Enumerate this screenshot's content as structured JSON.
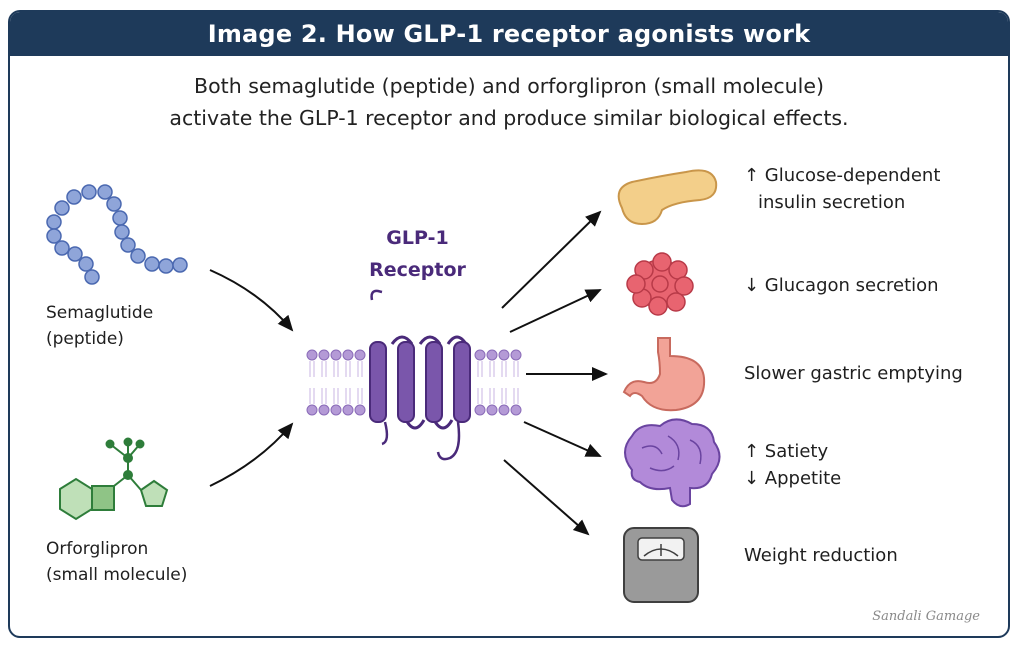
{
  "title": "Image 2.  How GLP-1 receptor agonists work",
  "subtitle": {
    "line1": "Both semaglutide (peptide) and orforglipron (small molecule)",
    "line2": "activate the GLP-1 receptor and produce similar biological effects."
  },
  "molecules": {
    "semaglutide": {
      "line1": "Semaglutide",
      "line2": "(peptide)"
    },
    "orforglipron": {
      "line1": "Orforglipron",
      "line2": "(small molecule)"
    }
  },
  "receptor": {
    "line1": "GLP-1",
    "line2": "Receptor"
  },
  "effects": {
    "insulin": {
      "line1": "↑ Glucose-dependent",
      "line2": "insulin secretion",
      "icon": "pancreas-icon"
    },
    "glucagon": {
      "line1": "↓ Glucagon secretion",
      "icon": "alpha-cell-cluster-icon"
    },
    "gastric": {
      "line1": "Slower gastric emptying",
      "icon": "stomach-icon"
    },
    "satiety": {
      "line1": "↑ Satiety",
      "line2": "↓ Appetite",
      "icon": "brain-icon"
    },
    "weight": {
      "line1": "Weight reduction",
      "icon": "scale-icon"
    }
  },
  "credit": "Sandali Gamage",
  "colors": {
    "title_bar": "#1e3a5a",
    "peptide_bead": "#8fa5d9",
    "small_molecule": "#2e7d3a",
    "receptor": "#6b4b9a",
    "membrane": "#b49ad6",
    "pancreas": "#f3cf8a",
    "glucagon_cells": "#e86470",
    "stomach": "#f2a397",
    "brain": "#b28ad9",
    "scale": "#9a9a9a"
  }
}
